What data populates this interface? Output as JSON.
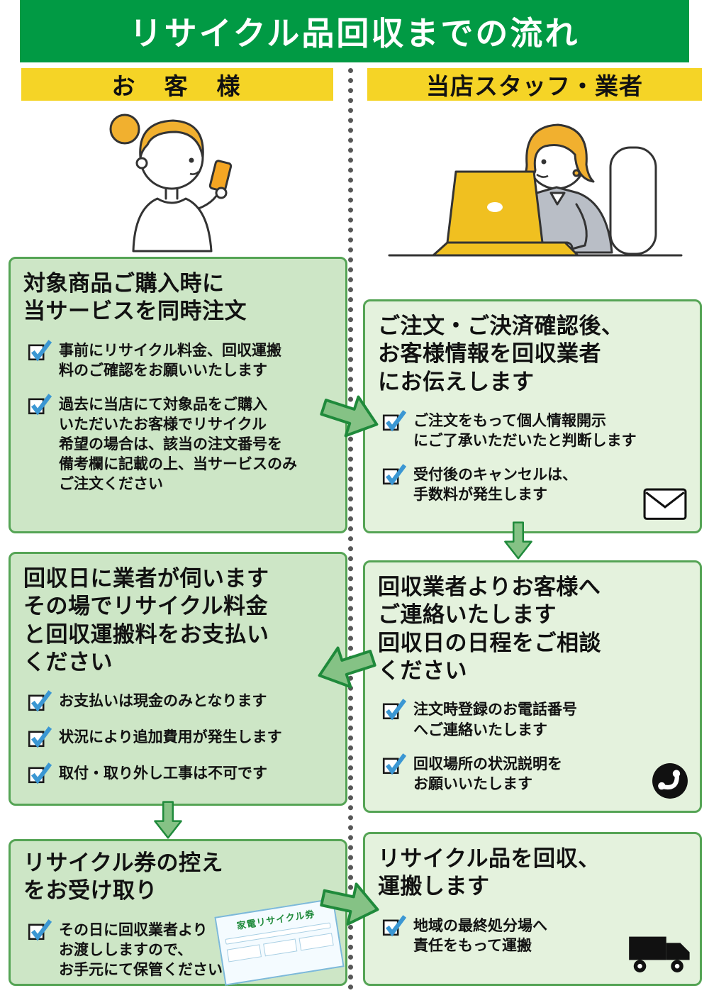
{
  "banner": {
    "title": "リサイクル品回収までの流れ"
  },
  "columns": {
    "customer": {
      "header": "お　客　様"
    },
    "staff": {
      "header": "当店スタッフ・業者"
    }
  },
  "customer": {
    "boxes": [
      {
        "title": "対象商品ご購入時に\n当サービスを同時注文",
        "items": [
          "事前にリサイクル料金、回収運搬\n料のご確認をお願いいたします",
          "過去に当店にて対象品をご購入\nいただいたお客様でリサイクル\n希望の場合は、該当の注文番号を\n備考欄に記載の上、当サービスのみ\nご注文ください"
        ]
      },
      {
        "title": "回収日に業者が伺います\nその場でリサイクル料金\nと回収運搬料をお支払い\nください",
        "items": [
          "お支払いは現金のみとなります",
          "状況により追加費用が発生します",
          "取付・取り外し工事は不可です"
        ]
      },
      {
        "title": "リサイクル券の控え\nをお受け取り",
        "items": [
          "その日に回収業者より\nお渡ししますので、\nお手元にて保管ください"
        ],
        "ticket_label": "家電リサイクル券"
      }
    ]
  },
  "staff": {
    "boxes": [
      {
        "title": "ご注文・ご決済確認後、\nお客様情報を回収業者\nにお伝えします",
        "items": [
          "ご注文をもって個人情報開示\nにご了承いただいたと判断します",
          "受付後のキャンセルは、\n手数料が発生します"
        ]
      },
      {
        "title": "回収業者よりお客様へ\nご連絡いたします\n回収日の日程をご相談\nください",
        "items": [
          "注文時登録のお電話番号\nへご連絡いたします",
          "回収場所の状況説明を\nお願いいたします"
        ]
      },
      {
        "title": "リサイクル品を回収、\n運搬します",
        "items": [
          "地域の最終処分場へ\n責任をもって運搬"
        ]
      }
    ]
  },
  "icons": {
    "checkbox": "white box with blue check",
    "envelope": "mail envelope",
    "phone": "telephone in black circle",
    "truck": "black delivery truck",
    "arrow": "green block arrow"
  },
  "colors": {
    "banner_green": "#019a44",
    "header_yellow": "#f5d426",
    "box_border": "#55a455",
    "customer_box_bg": "#cde6c6",
    "staff_box_bg": "#e4f2dd",
    "check_blue": "#3b97d3",
    "arrow_fill": "#85c285",
    "arrow_stroke": "#1f8a3b"
  }
}
